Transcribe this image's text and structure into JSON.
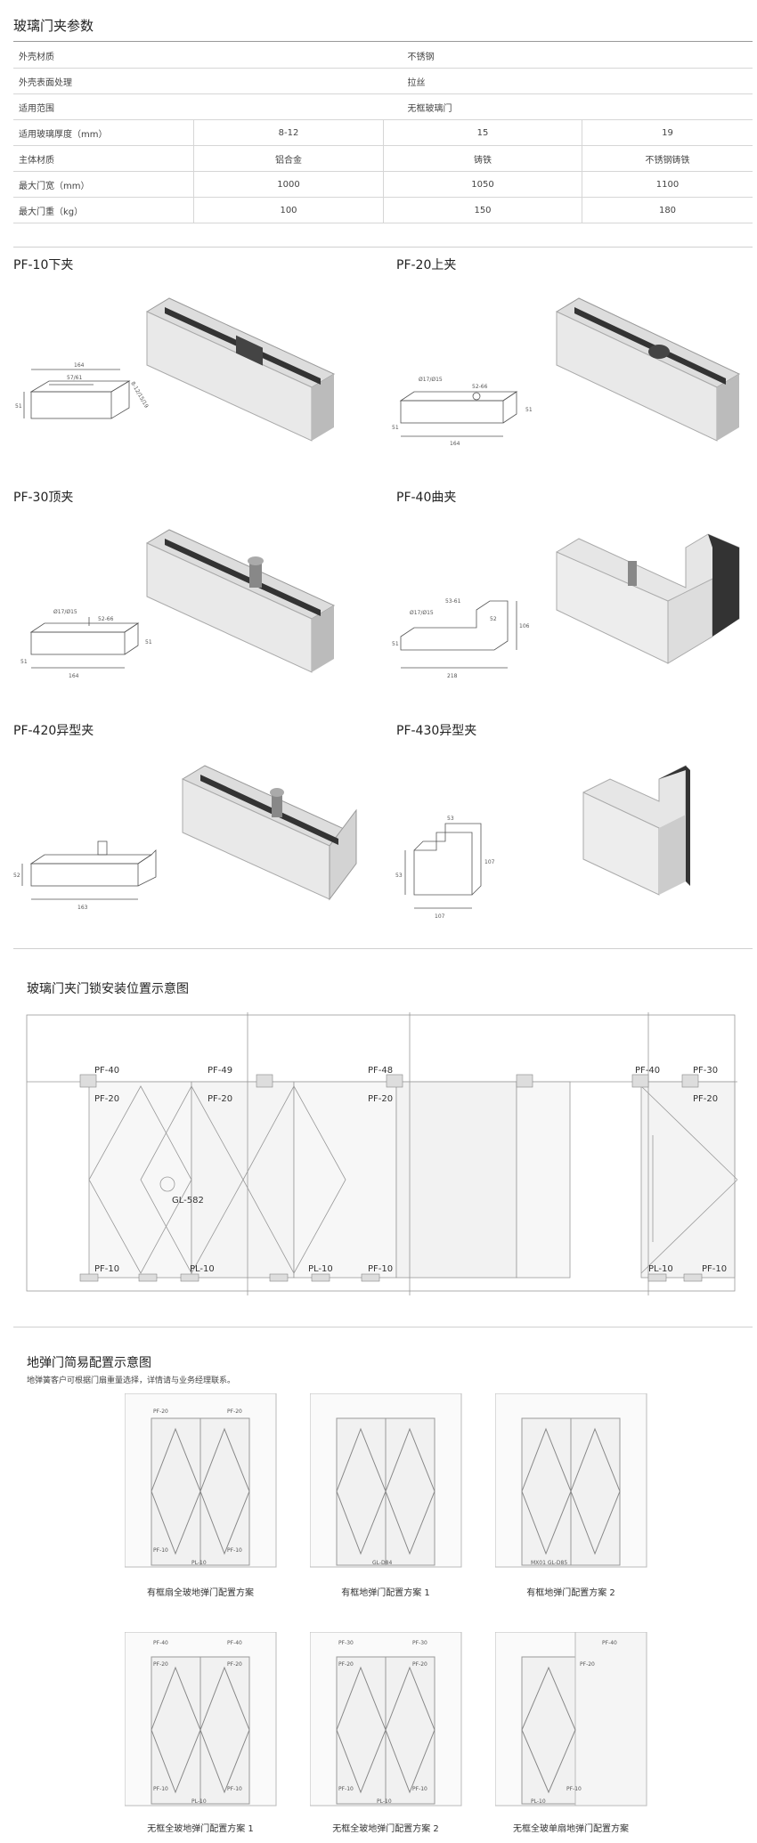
{
  "spec_section": {
    "title": "玻璃门夹参数",
    "rows": [
      {
        "label": "外壳材质",
        "value": "不锈钢"
      },
      {
        "label": "外壳表面处理",
        "value": "拉丝"
      },
      {
        "label": "适用范围",
        "value": "无框玻璃门"
      },
      {
        "label": "适用玻璃厚度（mm）",
        "cells": [
          "8-12",
          "15",
          "19"
        ]
      },
      {
        "label": "主体材质",
        "cells": [
          "铝合金",
          "铸铁",
          "不锈钢铸铁"
        ]
      },
      {
        "label": "最大门宽（mm）",
        "cells": [
          "1000",
          "1050",
          "1100"
        ]
      },
      {
        "label": "最大门重（kg）",
        "cells": [
          "100",
          "150",
          "180"
        ]
      }
    ]
  },
  "products": [
    {
      "name": "PF-10下夹",
      "dims": [
        "164",
        "57/61",
        "51",
        "8-12/15/19"
      ]
    },
    {
      "name": "PF-20上夹",
      "dims": [
        "Ø17/Ø15",
        "52-66",
        "51",
        "164",
        "51"
      ]
    },
    {
      "name": "PF-30顶夹",
      "dims": [
        "Ø17/Ø15",
        "52-66",
        "51",
        "164",
        "51"
      ]
    },
    {
      "name": "PF-40曲夹",
      "dims": [
        "53-61",
        "Ø17/Ø15",
        "52",
        "106",
        "51",
        "218"
      ]
    },
    {
      "name": "PF-420异型夹",
      "dims": [
        "52",
        "163"
      ]
    },
    {
      "name": "PF-430异型夹",
      "dims": [
        "53",
        "107",
        "53",
        "107"
      ]
    }
  ],
  "install_section": {
    "title": "玻璃门夹门锁安装位置示意图",
    "labels": {
      "pf40_a": "PF-40",
      "pf49": "PF-49",
      "pf48": "PF-48",
      "pf40_b": "PF-40",
      "pf30": "PF-30",
      "pf20_a": "PF-20",
      "pf20_b": "PF-20",
      "pf20_c": "PF-20",
      "pf20_d": "PF-20",
      "gl582": "GL-582",
      "pf10_a": "PF-10",
      "pl10_a": "PL-10",
      "pl10_b": "PL-10",
      "pf10_b": "PF-10",
      "pl10_c": "PL-10",
      "pf10_c": "PF-10"
    }
  },
  "config_section": {
    "title": "地弹门简易配置示意图",
    "note": "地弹簧客户可根据门扇重量选择，详情请与业务经理联系。",
    "d1": {
      "caption": "有框扇全玻地弹门配置方案",
      "tl": "PF-20",
      "tr": "PF-20",
      "bl": "PF-10",
      "br": "PF-10",
      "bc": "PL-10"
    },
    "d2": {
      "caption": "有框地弹门配置方案 1",
      "bc": "GL-D84"
    },
    "d3": {
      "caption": "有框地弹门配置方案 2",
      "bc": "MX01  GL-D85"
    },
    "d4": {
      "caption": "无框全玻地弹门配置方案 1",
      "t1l": "PF-40",
      "t1r": "PF-40",
      "t2l": "PF-20",
      "t2r": "PF-20",
      "bl": "PF-10",
      "br": "PF-10",
      "bc": "PL-10"
    },
    "d5": {
      "caption": "无框全玻地弹门配置方案 2",
      "t1l": "PF-30",
      "t1r": "PF-30",
      "t2l": "PF-20",
      "t2r": "PF-20",
      "bl": "PF-10",
      "br": "PF-10",
      "bc": "PL-10"
    },
    "d6": {
      "caption": "无框全玻单扇地弹门配置方案",
      "t1": "PF-40",
      "t2": "PF-20",
      "bl": "PL-10",
      "br": "PF-10"
    }
  }
}
